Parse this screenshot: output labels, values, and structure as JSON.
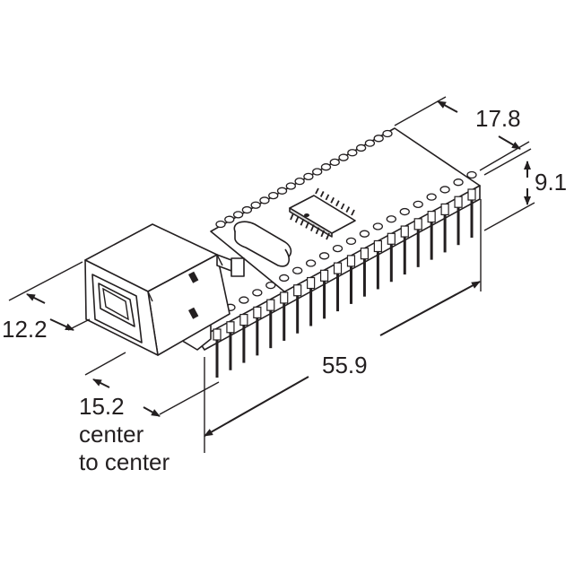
{
  "dimensions": {
    "width": "17.8",
    "height": "9.1",
    "usb_height": "12.2",
    "length": "55.9",
    "pin_spacing": "15.2",
    "pin_spacing_note_line1": "center",
    "pin_spacing_note_line2": "to center"
  },
  "colors": {
    "ink": "#231f20",
    "paper": "#ffffff",
    "shade": "#d9d9d9"
  },
  "icons": {
    "module": "usb-module-drawing",
    "connector": "usb-b-connector",
    "chip": "tqfp-chip",
    "crystal": "crystal-oscillator"
  }
}
